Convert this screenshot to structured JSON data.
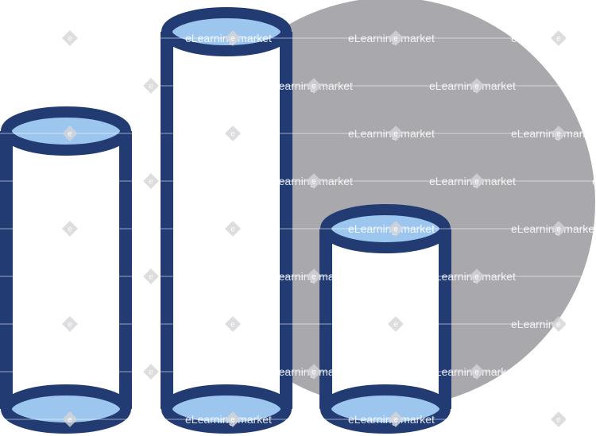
{
  "colors": {
    "background": "#ffffff",
    "circle_fill": "#a8a8ad",
    "cylinder_stroke": "#223b73",
    "cylinder_cap_fill": "#9cc6ee",
    "cylinder_body_fill": "#ffffff",
    "watermark_line": "#ffffff",
    "watermark_diamond": "#d4d4d8"
  },
  "icons": [
    "background-circle",
    "cylinder-short",
    "cylinder-tall",
    "cylinder-medium"
  ],
  "watermark": {
    "text": "eLearning.market",
    "glyph": "e"
  }
}
